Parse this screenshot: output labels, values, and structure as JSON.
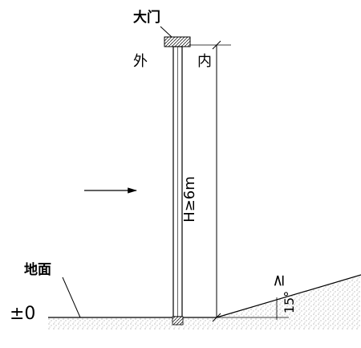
{
  "labels": {
    "gate": "大门",
    "outside": "外",
    "inside": "内",
    "height": "H≥6m",
    "ground": "地面",
    "zero_level": "±0",
    "slope_sign": "≥",
    "slope_angle": "15°"
  },
  "colors": {
    "line": "#000000",
    "hatch": "#cfcfcf",
    "soil": "#bdbdbd"
  }
}
